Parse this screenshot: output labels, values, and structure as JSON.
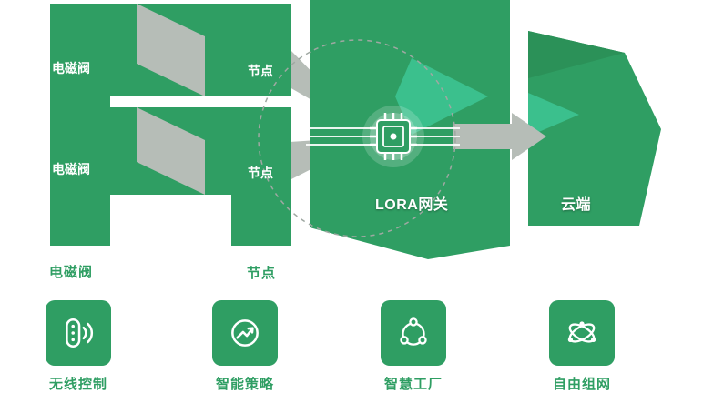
{
  "colors": {
    "primary_green": "#2f9e63",
    "teal": "#3bc08d",
    "gray": "#b6bdb7",
    "white": "#ffffff"
  },
  "diagram": {
    "valve_label": "电磁阀",
    "node_label": "节点",
    "gateway_label": "LORA网关",
    "cloud_label": "云端"
  },
  "features": [
    {
      "label": "无线控制",
      "icon": "remote-control-icon"
    },
    {
      "label": "智能策略",
      "icon": "smart-strategy-icon"
    },
    {
      "label": "智慧工厂",
      "icon": "network-nodes-icon"
    },
    {
      "label": "自由组网",
      "icon": "mesh-network-icon"
    }
  ]
}
